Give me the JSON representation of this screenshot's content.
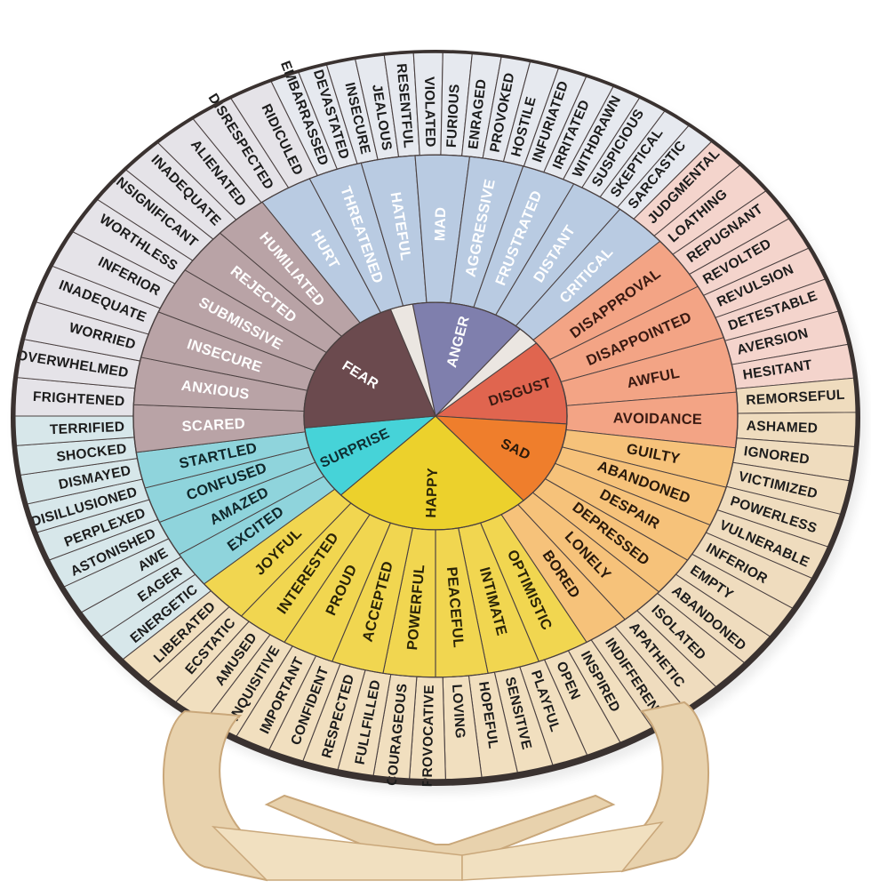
{
  "wheel": {
    "core": [
      {
        "name": "core-anger",
        "label": "ANGER",
        "color": "#7f7fad",
        "text_color": "#ffffff",
        "center_deg": 15,
        "width_deg": 50
      },
      {
        "name": "core-disgust",
        "label": "DISGUST",
        "color": "#e0654f",
        "text_color": "#3a1a12",
        "center_deg": 72,
        "width_deg": 44
      },
      {
        "name": "core-sad",
        "label": "SAD",
        "color": "#ef7e2c",
        "text_color": "#2a1a0c",
        "center_deg": 116,
        "width_deg": 44
      },
      {
        "name": "core-happy",
        "label": "HAPPY",
        "color": "#ecd12c",
        "text_color": "#2a2408",
        "center_deg": 182,
        "width_deg": 88
      },
      {
        "name": "core-surprise",
        "label": "SURPRISE",
        "color": "#46d3d8",
        "text_color": "#0f2f33",
        "center_deg": 245,
        "width_deg": 38
      },
      {
        "name": "core-fear",
        "label": "FEAR",
        "color": "#6b4a4e",
        "text_color": "#ffffff",
        "center_deg": 302,
        "width_deg": 76
      }
    ],
    "middle": [
      {
        "group": "anger",
        "color": "#b9cbe2",
        "text_color": "#ffffff",
        "start_deg": -35,
        "end_deg": 48,
        "labels": [
          "HURT",
          "THREATENED",
          "HATEFUL",
          "MAD",
          "AGGRESSIVE",
          "FRUSTRATED",
          "DISTANT",
          "CRITICAL"
        ]
      },
      {
        "group": "disgust",
        "color": "#f3a485",
        "text_color": "#3a1a12",
        "start_deg": 48,
        "end_deg": 97,
        "labels": [
          "DISAPPROVAL",
          "DISAPPOINTED",
          "AWFUL",
          "AVOIDANCE"
        ]
      },
      {
        "group": "sad",
        "color": "#f6c27a",
        "text_color": "#2a1a0c",
        "start_deg": 97,
        "end_deg": 150,
        "labels": [
          "GUILTY",
          "ABANDONED",
          "DESPAIR",
          "DEPRESSED",
          "LONELY",
          "BORED"
        ]
      },
      {
        "group": "happy",
        "color": "#f1d650",
        "text_color": "#2a2408",
        "start_deg": 150,
        "end_deg": 230,
        "labels": [
          "OPTIMISTIC",
          "INTIMATE",
          "PEACEFUL",
          "POWERFUL",
          "ACCEPTED",
          "PROUD",
          "INTERESTED",
          "JOYFUL"
        ]
      },
      {
        "group": "surprise",
        "color": "#8fd4dc",
        "text_color": "#10262a",
        "start_deg": 230,
        "end_deg": 262,
        "labels": [
          "EXCITED",
          "AMAZED",
          "CONFUSED",
          "STARTLED"
        ]
      },
      {
        "group": "fear",
        "color": "#b9a3a6",
        "text_color": "#ffffff",
        "start_deg": 262,
        "end_deg": 325,
        "labels": [
          "SCARED",
          "ANXIOUS",
          "INSECURE",
          "SUBMISSIVE",
          "REJECTED",
          "HUMILIATED"
        ]
      }
    ],
    "outer": [
      {
        "group": "anger",
        "color": "#e6e9ef",
        "start_deg": -23,
        "end_deg": 41,
        "labels": [
          "EMBARRASSED",
          "DEVASTATED",
          "INSECURE",
          "JEALOUS",
          "RESENTFUL",
          "VIOLATED",
          "FURIOUS",
          "ENRAGED",
          "PROVOKED",
          "HOSTILE",
          "INFURIATED",
          "IRRITATED",
          "WITHDRAWN",
          "SUSPICIOUS",
          "SKEPTICAL",
          "SARCASTIC"
        ]
      },
      {
        "group": "disgust",
        "color": "#f4d4cc",
        "start_deg": 41,
        "end_deg": 84,
        "labels": [
          "JUDGMENTAL",
          "LOATHING",
          "REPUGNANT",
          "REVOLTED",
          "REVULSION",
          "DETESTABLE",
          "AVERSION",
          "HESITANT"
        ]
      },
      {
        "group": "sad",
        "color": "#efdcbe",
        "start_deg": 84,
        "end_deg": 149,
        "labels": [
          "REMORSEFUL",
          "ASHAMED",
          "IGNORED",
          "VICTIMIZED",
          "POWERLESS",
          "VULNERABLE",
          "INFERIOR",
          "EMPTY",
          "ABANDONED",
          "ISOLATED",
          "APATHETIC",
          "INDIFFERENT"
        ]
      },
      {
        "group": "happy",
        "color": "#f1dfbf",
        "start_deg": 149,
        "end_deg": 228,
        "labels": [
          "INSPIRED",
          "OPEN",
          "PLAYFUL",
          "SENSITIVE",
          "HOPEFUL",
          "LOVING",
          "PROVOCATIVE",
          "COURAGEOUS",
          "FULLFILLED",
          "RESPECTED",
          "CONFIDENT",
          "IMPORTANT",
          "INQUISITIVE",
          "AMUSED",
          "ECSTATIC",
          "LIBERATED"
        ]
      },
      {
        "group": "surprise",
        "color": "#d7e7ea",
        "start_deg": 228,
        "end_deg": 270,
        "labels": [
          "ENERGETIC",
          "EAGER",
          "AWE",
          "ASTONISHED",
          "PERPLEXED",
          "DISILLUSIONED",
          "DISMAYED",
          "SHOCKED",
          "TERRIFIED"
        ]
      },
      {
        "group": "fear",
        "color": "#e5e3e8",
        "start_deg": 270,
        "end_deg": 337,
        "labels": [
          "FRIGHTENED",
          "OVERWHELMED",
          "WORRIED",
          "INADEQUATE",
          "INFERIOR",
          "WORTHLESS",
          "INSIGNIFICANT",
          "INADEQUATE",
          "ALIENATED",
          "DISRESPECTED",
          "RIDICULED"
        ]
      }
    ]
  },
  "stand": {
    "color": "#e8d2ad",
    "edge_color": "#c9a77a"
  }
}
